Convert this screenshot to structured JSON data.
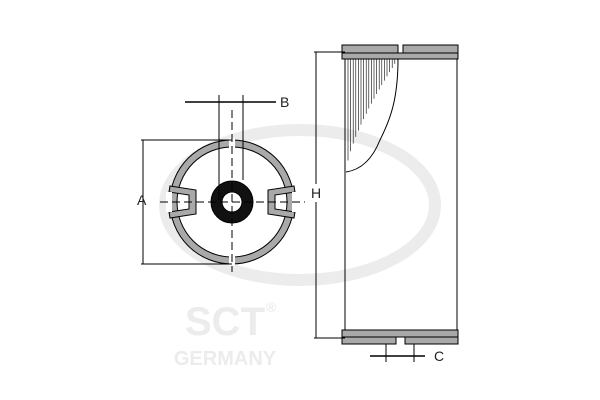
{
  "diagram": {
    "labels": {
      "a": "A",
      "b": "B",
      "c": "C",
      "h": "H"
    },
    "watermark": {
      "brand": "SCT",
      "subtitle": "GERMANY",
      "mark": "®"
    },
    "colors": {
      "part_fill": "#a9a9a9",
      "outline": "#000000",
      "seal": "#111111",
      "watermark": "#e6e6e6"
    }
  }
}
